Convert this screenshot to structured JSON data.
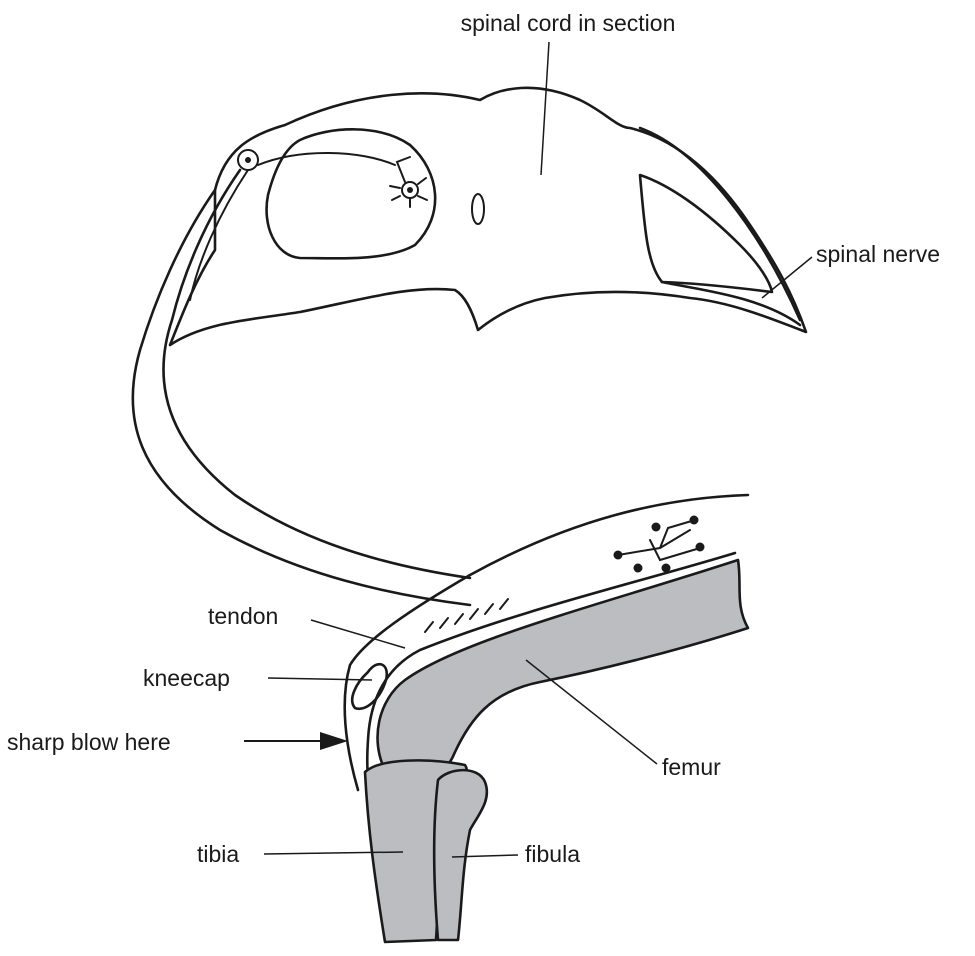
{
  "labels": {
    "spinal_cord": "spinal cord in section",
    "spinal_nerve": "spinal nerve",
    "tendon": "tendon",
    "kneecap": "kneecap",
    "sharp_blow": "sharp blow here",
    "femur": "femur",
    "tibia": "tibia",
    "fibula": "fibula"
  },
  "colors": {
    "bone_fill": "#bcbdc0",
    "line": "#1a1a1a",
    "background": "#ffffff"
  }
}
